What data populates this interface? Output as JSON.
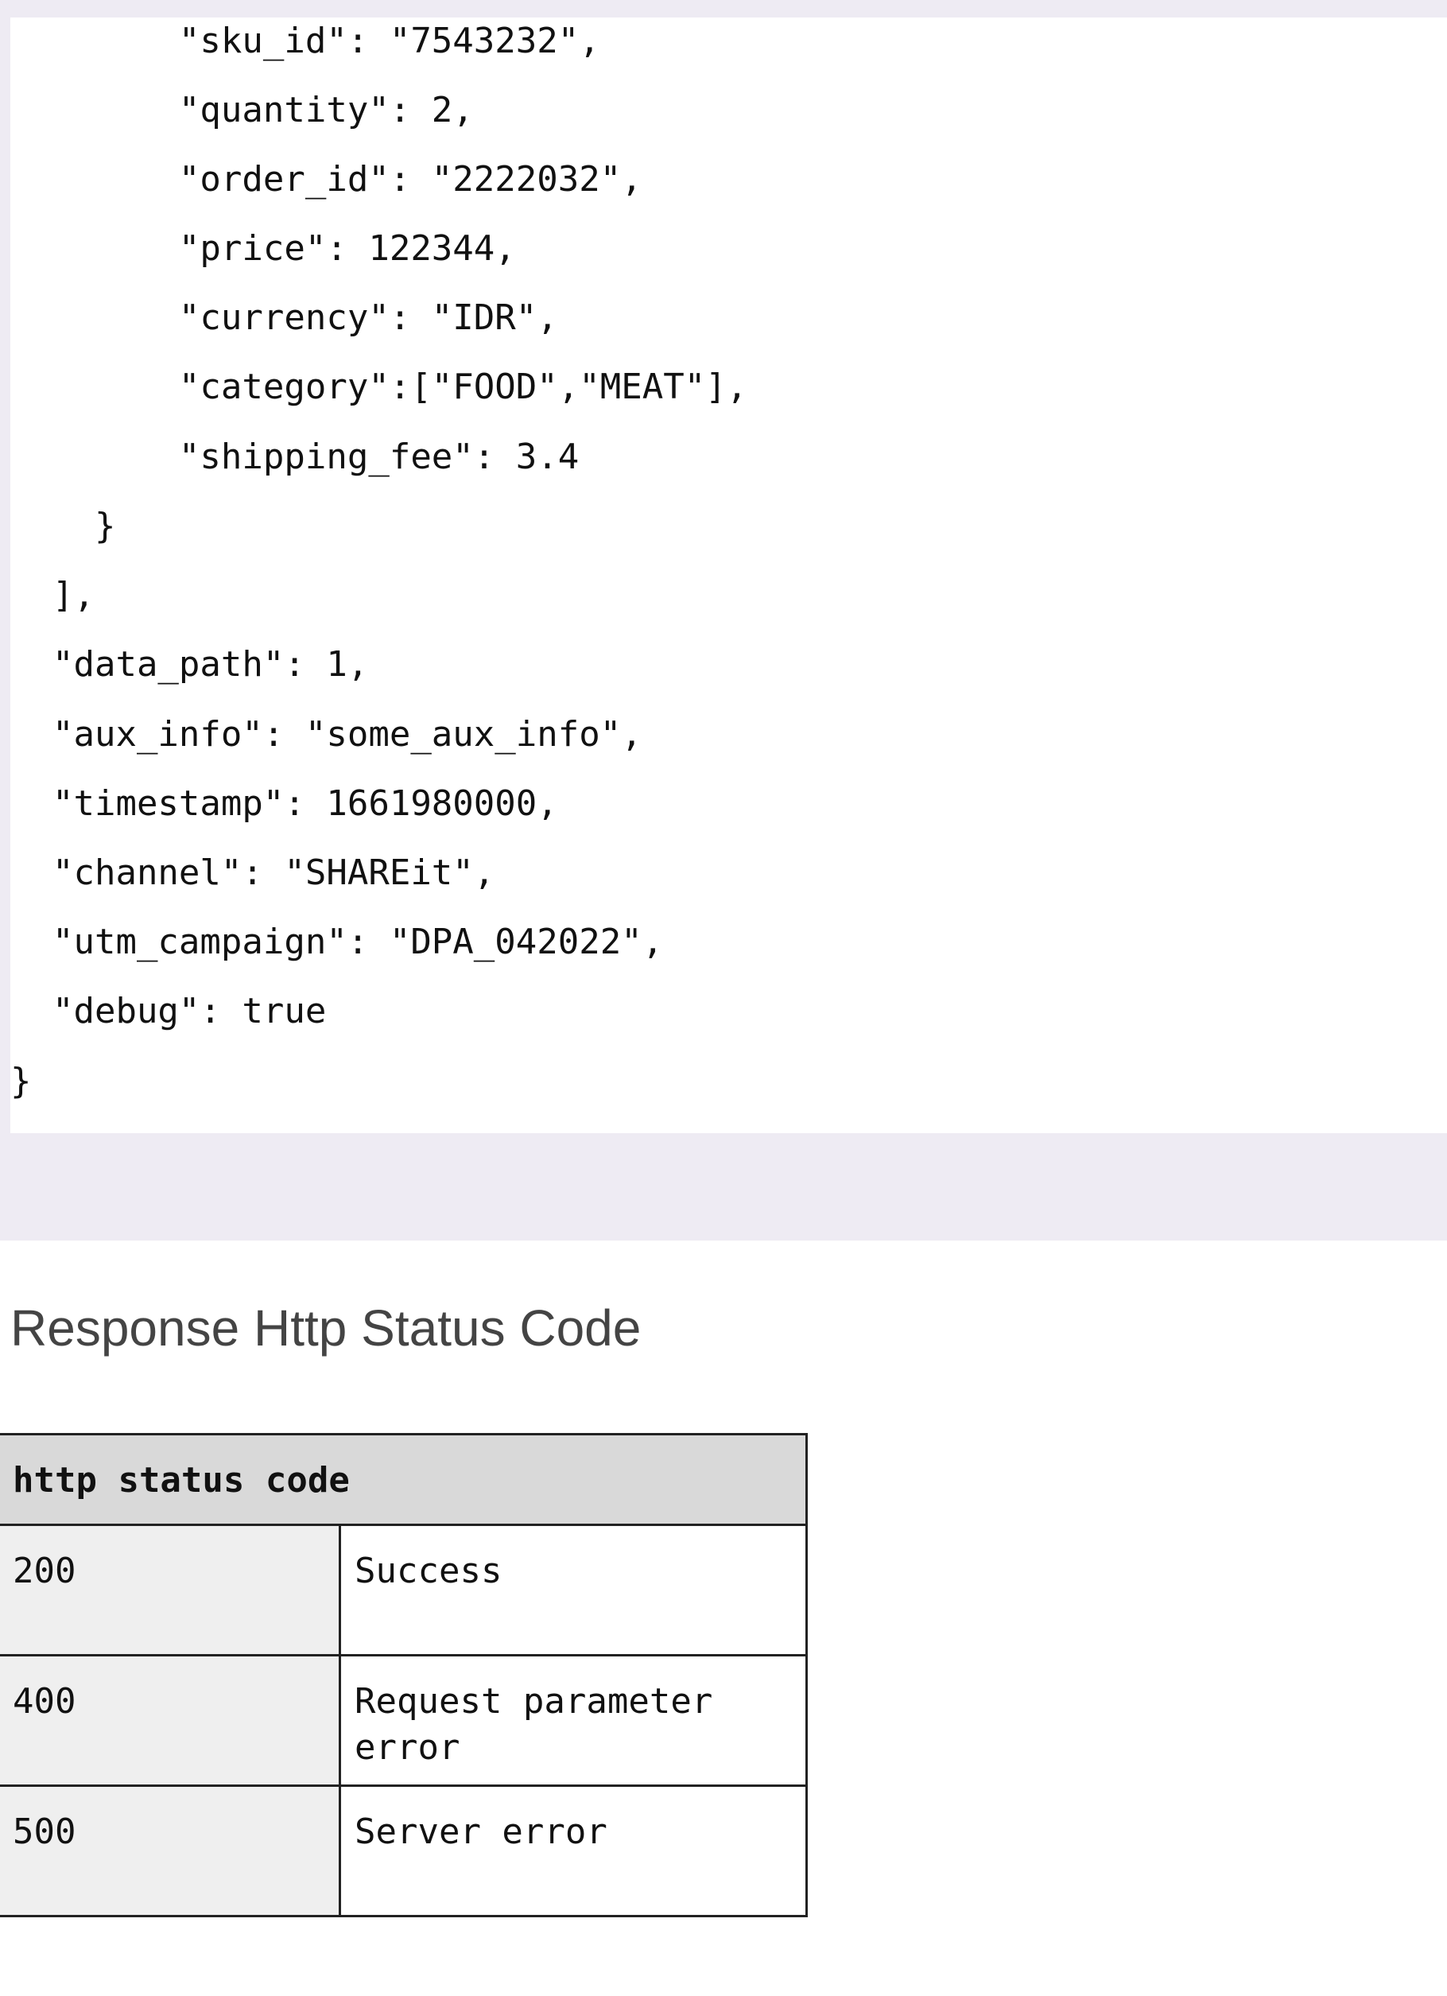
{
  "code_lines": [
    "        \"sku_id\": \"7543232\",",
    "        \"quantity\": 2,",
    "        \"order_id\": \"2222032\",",
    "        \"price\": 122344,",
    "        \"currency\": \"IDR\",",
    "        \"category\":[\"FOOD\",\"MEAT\"],",
    "        \"shipping_fee\": 3.4",
    "    }",
    "  ],",
    "  \"data_path\": 1,",
    "  \"aux_info\": \"some_aux_info\",",
    "  \"timestamp\": 1661980000,",
    "  \"channel\": \"SHAREit\",",
    "  \"utm_campaign\": \"DPA_042022\",",
    "  \"debug\": true",
    "}"
  ],
  "response_section": {
    "heading": "Response Http Status Code",
    "table": {
      "header": "http status code",
      "rows": [
        {
          "code": "200",
          "description": "Success"
        },
        {
          "code": "400",
          "description": "Request parameter error"
        },
        {
          "code": "500",
          "description": "Server error"
        }
      ]
    }
  }
}
